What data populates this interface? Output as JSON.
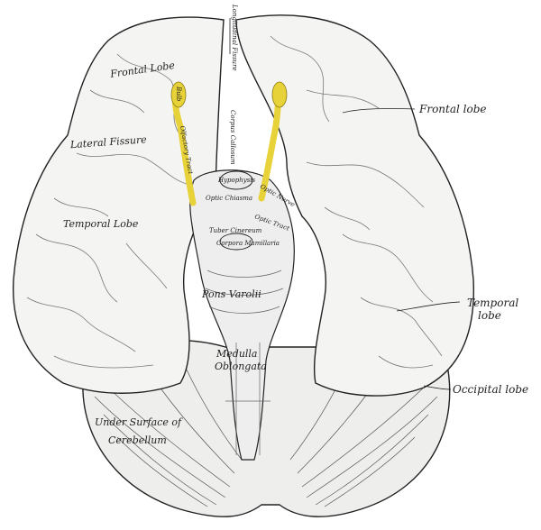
{
  "labels": {
    "longitudinal_fissure": "Longitudinal Fissure",
    "frontal_lobe_inner": "Frontal Lobe",
    "lateral_fissure": "Lateral Fissure",
    "temporal_lobe_inner": "Temporal Lobe",
    "under_surface_line1": "Under Surface of",
    "under_surface_line2": "Cerebellum",
    "corpus_callosum": "Corpus Callosum",
    "olfactory_bulb": "Bulb",
    "olfactory_tract": "Olfactory Tract",
    "hypophysis": "Hypophysis",
    "optic_chiasma": "Optic Chiasma",
    "optic_nerve": "Optic Nerve",
    "optic_tract": "Optic Tract",
    "tuber_cinereum": "Tuber Cinereum",
    "corpora_mamillaria": "Corpora Mamillaria",
    "pons_varolii": "Pons Varolii",
    "medulla_line1": "Medulla",
    "medulla_line2": "Oblongata",
    "frontal_lobe": "Frontal lobe",
    "temporal_lobe_line1": "Temporal",
    "temporal_lobe_line2": "lobe",
    "occipital_lobe": "Occipital lobe"
  },
  "colors": {
    "olfactory": "#e8d23a",
    "outline": "#222222",
    "tissue": "#f4f4f2",
    "shade": "#9a9a98"
  }
}
